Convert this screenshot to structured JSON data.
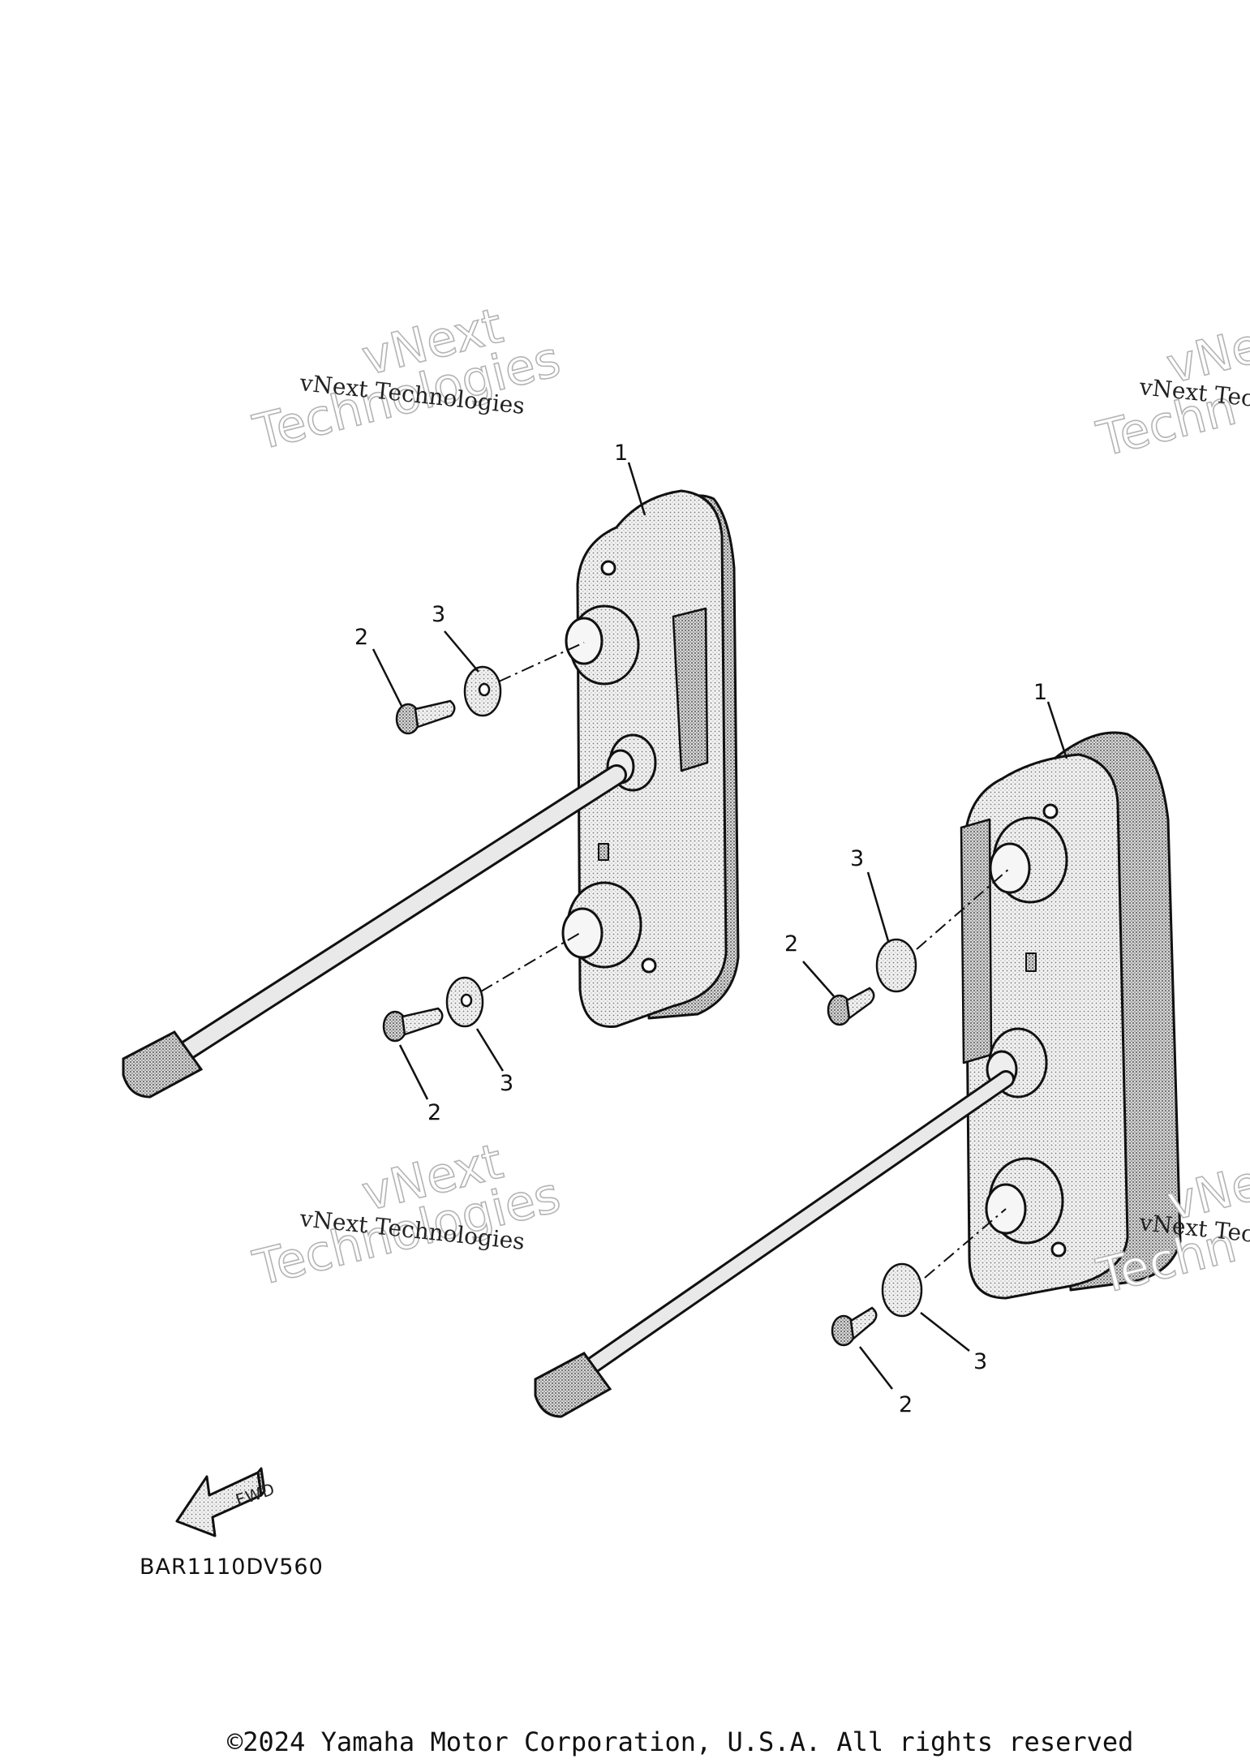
{
  "watermark": {
    "line1": "vNext",
    "line2": "Technologies",
    "small": "vNext Technologies",
    "small_cut": "vNext Tec",
    "big_cut1": "vNe",
    "big_cut2": "Techn"
  },
  "callouts": {
    "tail_light": "1",
    "screw": "2",
    "washer": "3"
  },
  "fwd_arrow": {
    "label": "FWD"
  },
  "diagram_code": "BAR1110DV560",
  "copyright": "©2024 Yamaha Motor Corporation, U.S.A. All rights reserved"
}
